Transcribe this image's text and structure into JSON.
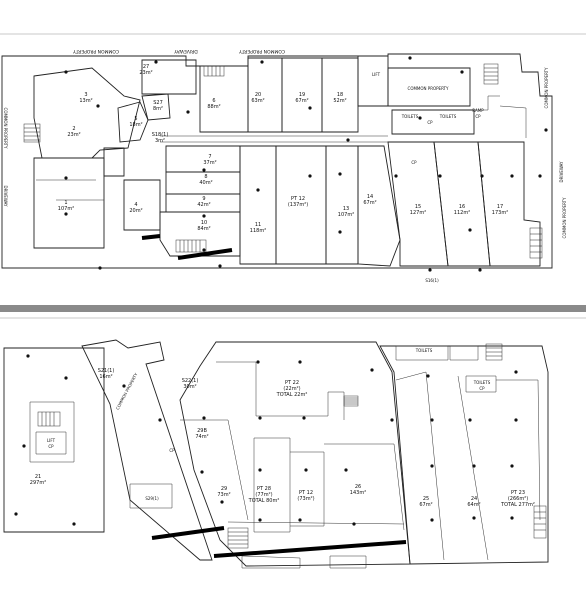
{
  "upper_plan": {
    "perimeter_notes": [
      {
        "id": "cp-top-left",
        "text": "COMMON PROPERTY",
        "rot": 180
      },
      {
        "id": "dr-top",
        "text": "DRIVEWAY",
        "rot": 180
      },
      {
        "id": "cp-top-mid",
        "text": "COMMON PROPERTY",
        "rot": 180
      },
      {
        "id": "cp-left",
        "text": "COMMON PROPERTY",
        "rot": 90
      },
      {
        "id": "dr-left",
        "text": "DRIVEWAY",
        "rot": 90
      },
      {
        "id": "cp-right-top",
        "text": "COMMON PROPERTY",
        "rot": -90
      },
      {
        "id": "dr-right",
        "text": "DRIVEWAY",
        "rot": -90
      },
      {
        "id": "cp-right-bot",
        "text": "COMMON PROPERTY",
        "rot": -90
      }
    ],
    "lots": [
      {
        "id": "lot-3",
        "name": "3",
        "area": "13m²"
      },
      {
        "id": "lot-2",
        "name": "2",
        "area": "23m²"
      },
      {
        "id": "lot-27",
        "name": "27",
        "area": "23m²"
      },
      {
        "id": "lot-5",
        "name": "5",
        "area": "18m²"
      },
      {
        "id": "lot-s27",
        "name": "S27",
        "area": "8m²"
      },
      {
        "id": "lot-6",
        "name": "6",
        "area": "88m²"
      },
      {
        "id": "lot-20",
        "name": "20",
        "area": "63m²"
      },
      {
        "id": "lot-19",
        "name": "19",
        "area": "67m²"
      },
      {
        "id": "lot-18",
        "name": "18",
        "area": "52m²"
      },
      {
        "id": "lot-s18",
        "name": "S18(1)",
        "area": "3m²"
      },
      {
        "id": "lot-7",
        "name": "7",
        "area": "37m²"
      },
      {
        "id": "lot-8",
        "name": "8",
        "area": "40m²"
      },
      {
        "id": "lot-9",
        "name": "9",
        "area": "42m²"
      },
      {
        "id": "lot-10",
        "name": "10",
        "area": "84m²"
      },
      {
        "id": "lot-1",
        "name": "1",
        "area": "107m²"
      },
      {
        "id": "lot-4",
        "name": "4",
        "area": "20m²"
      },
      {
        "id": "lot-11",
        "name": "11",
        "area": "118m²"
      },
      {
        "id": "lot-pt12",
        "name": "PT 12",
        "area": "(137m²)"
      },
      {
        "id": "lot-13",
        "name": "13",
        "area": "107m²"
      },
      {
        "id": "lot-14",
        "name": "14",
        "area": "67m²"
      },
      {
        "id": "lot-15",
        "name": "15",
        "area": "127m²"
      },
      {
        "id": "lot-16",
        "name": "16",
        "area": "112m²"
      },
      {
        "id": "lot-17",
        "name": "17",
        "area": "173m²"
      }
    ],
    "labels": {
      "common_property": "COMMON PROPERTY",
      "ramp": "RAMP",
      "ramp_cp": "CP",
      "lift": "LIFT",
      "toilets_a": "TOILETS",
      "toilets_b": "TOILETS",
      "toilets_cp": "CP",
      "cp": "CP",
      "s16": "S16(1)"
    }
  },
  "lower_plan": {
    "lots": [
      {
        "id": "lot-s21",
        "name": "S21(1)",
        "area": "16m²"
      },
      {
        "id": "lot-s22",
        "name": "S22(1)",
        "area": "30m²"
      },
      {
        "id": "lot-pt22",
        "name": "PT 22",
        "area": "(22m²)",
        "extra": "TOTAL 22m²"
      },
      {
        "id": "lot-29b",
        "name": "29B",
        "area": "74m²"
      },
      {
        "id": "lot-21",
        "name": "21",
        "area": "297m²"
      },
      {
        "id": "lot-29",
        "name": "29",
        "area": "73m²"
      },
      {
        "id": "lot-pt28",
        "name": "PT 28",
        "area": "(77m²)",
        "extra": "TOTAL 80m²"
      },
      {
        "id": "lot-pt12b",
        "name": "PT 12",
        "area": "(73m²)"
      },
      {
        "id": "lot-26",
        "name": "26",
        "area": "143m²"
      },
      {
        "id": "lot-25",
        "name": "25",
        "area": "67m²"
      },
      {
        "id": "lot-24",
        "name": "24",
        "area": "64m²"
      },
      {
        "id": "lot-pt23",
        "name": "PT 23",
        "area": "(266m²)",
        "extra": "TOTAL 277m²"
      }
    ],
    "labels": {
      "lift": "LIFT",
      "lift_cp": "CP",
      "toilets_a": "TOILETS",
      "toilets_b": "TOILETS",
      "toilets_cp": "CP",
      "common_property": "COMMON PROPERTY",
      "s29": "S29(1)",
      "cp": "CP"
    }
  }
}
